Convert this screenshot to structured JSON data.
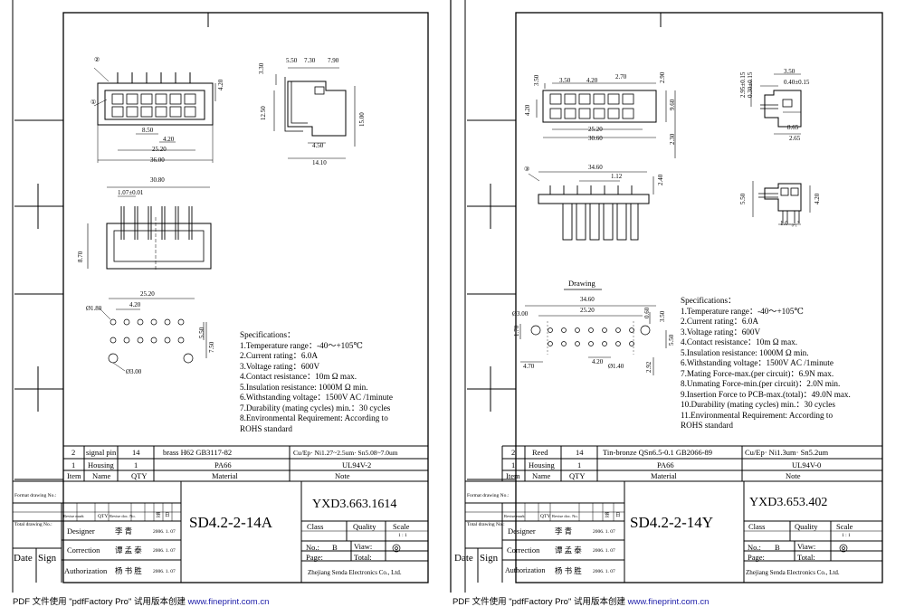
{
  "left": {
    "specs_title": "Specifications：",
    "specs": [
      "1.Temperature range：-40～+105℃",
      "2.Current rating：6.0A",
      "3.Voltage rating：600V",
      "4.Contact resistance：10m Ω max.",
      "5.Insulation resistance: 1000M Ω min.",
      "6.Withstanding voltage：1500V AC /1minute",
      "7.Durability (mating cycles) min.：30 cycles",
      "8.Environmental Requirement: According to",
      "   ROHS standard"
    ],
    "bom": [
      {
        "item": "2",
        "name": "signal pin",
        "qty": "14",
        "material": "brass  H62  GB3117-82",
        "note": "Cu/Ep· Ni1.27~2.5um· Sn5.08~7.0um"
      },
      {
        "item": "1",
        "name": "Housing",
        "qty": "1",
        "material": "PA66",
        "note": "UL94V-2"
      }
    ],
    "bom_header": {
      "item": "Item",
      "name": "Name",
      "qty": "QTY",
      "material": "Material",
      "note": "Note"
    },
    "part_name": "SD4.2-2-14A",
    "drawing_no": "YXD3.663.1614",
    "class_label": "Class",
    "quality_label": "Quality",
    "scale_label": "Scale",
    "scale_value": "1 : 1",
    "no_label": "No.:",
    "no_value": "B",
    "view_label": "Viaw:",
    "page_label": "Page:",
    "total_label": "Total:",
    "company": "Zhejiang Senda Electronics Co., Ltd.",
    "format_drawing_no": "Format drawing No.:",
    "total_drawing_no": "Total drawing No.:",
    "rev_mark": "Revise mark",
    "rev_qty": "QTY",
    "rev_file": "Revise doc. No.",
    "rev_sign": "签",
    "rev_date": "日",
    "designer": "Designer",
    "designer_name": "李  青",
    "correction": "Correction",
    "correction_name": "谭 孟 泰",
    "authorization": "Authorization",
    "authorization_name": "杨 书 胜",
    "date": "2006. 1. 07",
    "date_label": "Date",
    "sign_label": "Sign",
    "dims": {
      "d1": "5.50",
      "d2": "7.30",
      "d3": "7.90",
      "d4": "3.30",
      "d5": "12.50",
      "d6": "15.00",
      "d7": "4.50",
      "d8": "14.10",
      "d9": "4.20",
      "d10": "8.50",
      "d11": "4.20",
      "d12": "25.20",
      "d13": "36.00",
      "d14": "30.80",
      "d15": "1.07±0.01",
      "d16": "8.70",
      "d17": "25.20",
      "d18": "4.20",
      "d19": "Ø1.80",
      "d20": "5.50",
      "d21": "7.50",
      "d22": "Ø3.00",
      "c1": "①",
      "c2": "②"
    }
  },
  "right": {
    "specs_title": "Specifications：",
    "specs": [
      "1.Temperature range：-40～+105℃",
      "2.Current rating：6.0A",
      "3.Voltage rating：600V",
      "4.Contact resistance：10m Ω max.",
      "5.Insulation resistance: 1000M Ω min.",
      "6.Withstanding voltage：1500V AC /1minute",
      "7.Mating Force-max.(per circuit)：6.9N max.",
      "8.Unmating Force-min.(per circuit)：2.0N min.",
      "9.Insertion Force to PCB-max.(total)：49.0N max.",
      "10.Durability (mating cycles) min.：30 cycles",
      "11.Environmental Requirement: According to",
      "    ROHS standard"
    ],
    "bom": [
      {
        "item": "2",
        "name": "Reed",
        "qty": "14",
        "material": "Tin-bronze  QSn6.5-0.1   GB2066-89",
        "note": "Cu/Ep· Ni1.3um· Sn5.2um"
      },
      {
        "item": "1",
        "name": "Housing",
        "qty": "1",
        "material": "PA66",
        "note": "UL94V-0"
      }
    ],
    "bom_header": {
      "item": "Item",
      "name": "Name",
      "qty": "QTY",
      "material": "Material",
      "note": "Note"
    },
    "part_name": "SD4.2-2-14Y",
    "drawing_no": "YXD3.653.402",
    "class_label": "Class",
    "quality_label": "Quality",
    "scale_label": "Scale",
    "scale_value": "1 : 1",
    "no_label": "No.:",
    "no_value": "B",
    "view_label": "Viaw:",
    "page_label": "Page:",
    "total_label": "Total:",
    "company": "Zhejiang Senda Electronics Co., Ltd.",
    "format_drawing_no": "Format drawing No.:",
    "total_drawing_no": "Total drawing No.:",
    "rev_mark": "Revise mark",
    "rev_qty": "QTY",
    "rev_file": "Revise doc. No.",
    "rev_sign": "签",
    "rev_date": "日",
    "designer": "Designer",
    "designer_name": "李  青",
    "correction": "Correction",
    "correction_name": "谭 孟 泰",
    "authorization": "Authorization",
    "authorization_name": "杨 书 胜",
    "date": "2006. 1. 07",
    "date_label": "Date",
    "sign_label": "Sign",
    "drawing_label": "Drawing",
    "dims": {
      "d1": "3.50",
      "d2": "4.20",
      "d3": "2.70",
      "d4": "3.50",
      "d5": "2.90",
      "d6": "4.20",
      "d7": "9.60",
      "d8": "25.20",
      "d9": "30.60",
      "d10": "2.30",
      "d11": "3.50",
      "d12": "2.95±0.15",
      "d13": "0.40±0.15",
      "d14": "0.30±0.15",
      "d15": "8.65",
      "d16": "2.65",
      "d17": "34.60",
      "d18": "1.12",
      "d19": "2.40",
      "d20": "5.50",
      "d21": "4.20",
      "d22": "1.0₋₀.₁⁵",
      "d23": "34.60",
      "d24": "25.20",
      "d25": "0.60",
      "d26": "Ø3.00",
      "d27": "1.70",
      "d28": "3.50",
      "d29": "4.70",
      "d30": "4.20",
      "d31": "Ø1.40",
      "d32": "2.92",
      "d33": "5.50",
      "c1": "③"
    }
  },
  "footer": {
    "left_text": "PDF 文件使用 \"pdfFactory Pro\" 试用版本创建",
    "left_url": "www.fineprint.com.cn",
    "right_text": "PDF 文件使用 \"pdfFactory Pro\" 试用版本创建",
    "right_url": "www.fineprint.com.cn"
  }
}
